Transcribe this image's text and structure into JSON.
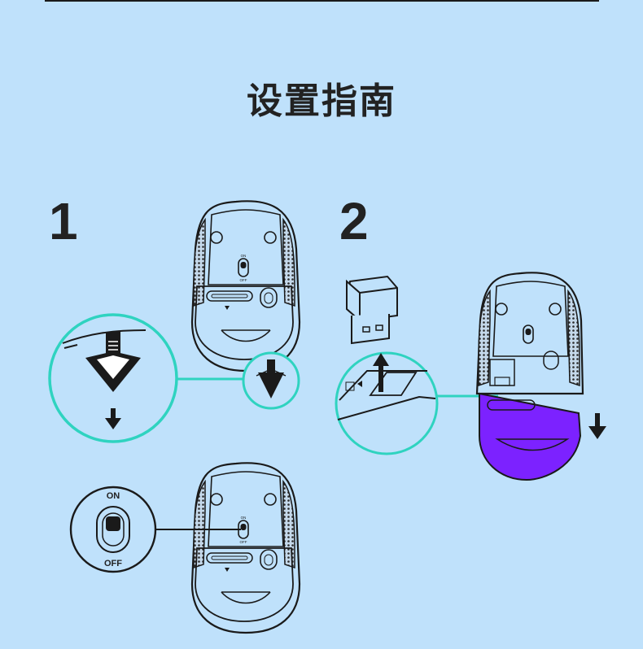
{
  "page": {
    "title": "设置指南"
  },
  "steps": [
    {
      "number": "1"
    },
    {
      "number": "2"
    }
  ],
  "switch_callout": {
    "on_label": "ON",
    "off_label": "OFF"
  },
  "colors": {
    "background": "#bfe1fb",
    "callout_teal": "#2fd3c0",
    "battery_door_purple": "#7c22ff",
    "line": "#1a1a1a"
  }
}
